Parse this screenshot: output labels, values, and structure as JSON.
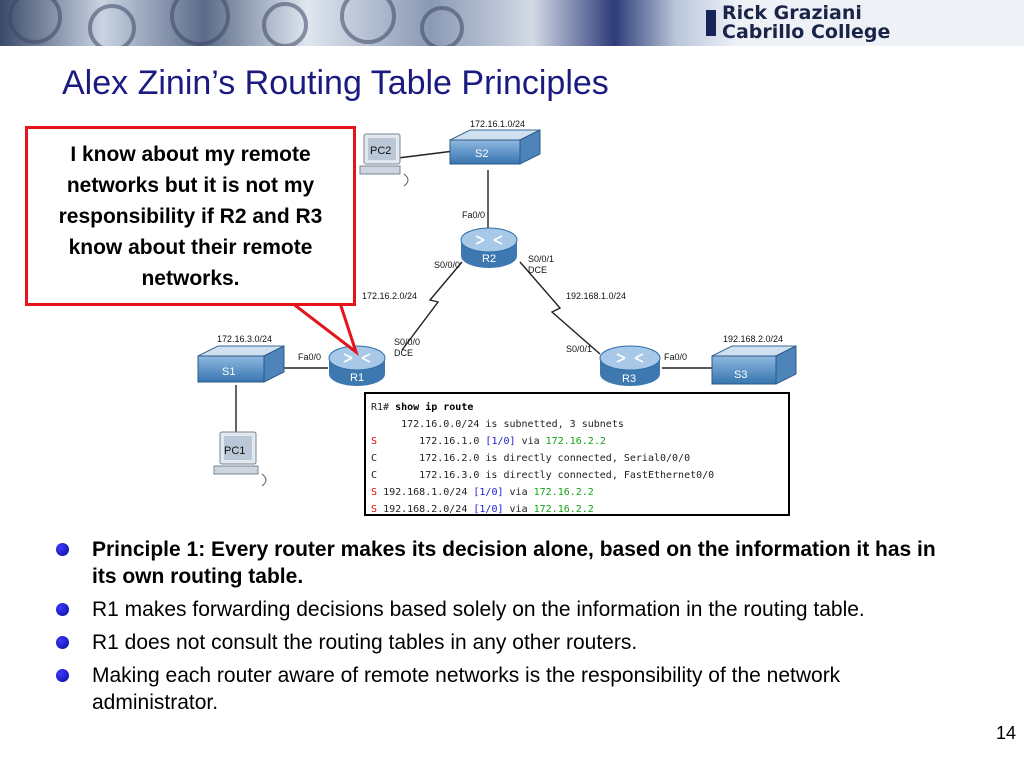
{
  "banner": {
    "author": "Rick Graziani",
    "school": "Cabrillo College"
  },
  "title": "Alex Zinin’s Routing Table Principles",
  "callout": {
    "text": "I know about my remote networks but it is not my responsibility if R2 and R3 know about their remote networks."
  },
  "diagram": {
    "devices": {
      "pc1": "PC1",
      "pc2": "PC2",
      "s1": "S1",
      "s2": "S2",
      "s3": "S3",
      "r1": "R1",
      "r2": "R2",
      "r3": "R3"
    },
    "networks": {
      "s2_lan": "172.16.1.0/24",
      "s1_lan": "172.16.3.0/24",
      "r1_r2": "172.16.2.0/24",
      "r2_r3": "192.168.1.0/24",
      "s3_lan": "192.168.2.0/24"
    },
    "interfaces": {
      "r2_fa": "Fa0/0",
      "r2_s000": "S0/0/0",
      "r2_s001": "S0/0/1",
      "r2_dce": "DCE",
      "r1_fa": "Fa0/0",
      "r1_s000": "S0/0/0",
      "r1_dce": "DCE",
      "r3_s001": "S0/0/1",
      "r3_fa": "Fa0/0"
    }
  },
  "terminal": {
    "prompt": "R1#",
    "command": "show ip route",
    "subnetted": "     172.16.0.0/24 is subnetted, 3 subnets",
    "routes": [
      {
        "code": "S",
        "network": "       172.16.1.0",
        "ad": "[1/0]",
        "via": "via",
        "nexthop": "172.16.2.2"
      },
      {
        "code": "C",
        "text": "       172.16.2.0 is directly connected, Serial0/0/0"
      },
      {
        "code": "C",
        "text": "       172.16.3.0 is directly connected, FastEthernet0/0"
      },
      {
        "code": "S",
        "network": "192.168.1.0/24",
        "ad": "[1/0]",
        "via": "via",
        "nexthop": "172.16.2.2"
      },
      {
        "code": "S",
        "network": "192.168.2.0/24",
        "ad": "[1/0]",
        "via": "via",
        "nexthop": "172.16.2.2"
      }
    ]
  },
  "bullets": [
    "Principle 1: Every router makes its decision alone, based on the information it has in its own routing table.",
    "R1 makes forwarding decisions based solely on the information in the routing table.",
    "R1 does not consult the routing tables in any other routers.",
    "Making each router aware of remote networks is the responsibility of the network administrator."
  ],
  "slide_number": "14"
}
